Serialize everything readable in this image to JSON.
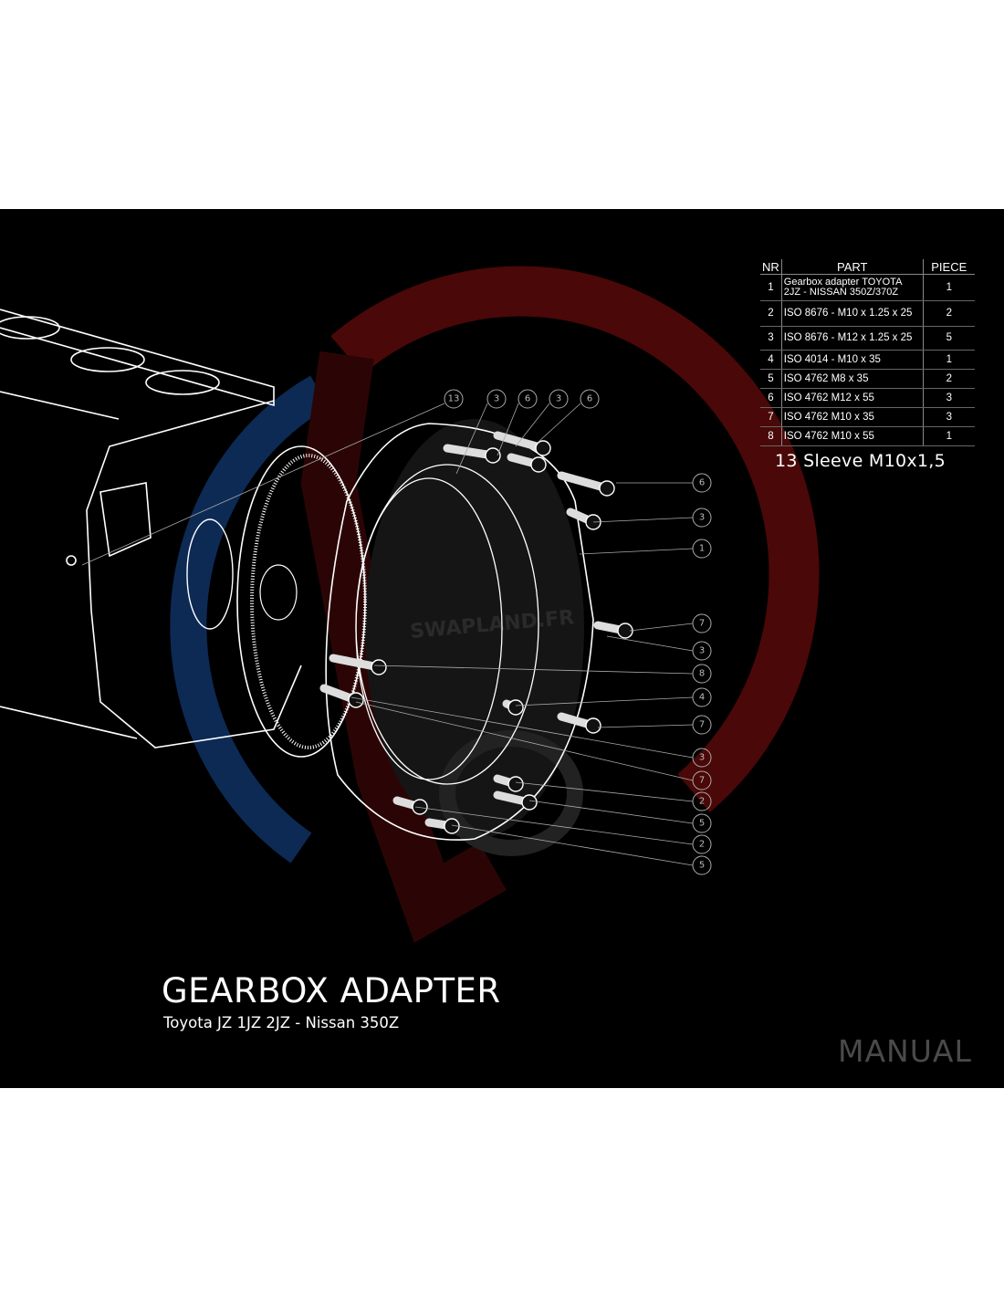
{
  "title": "GEARBOX ADAPTER",
  "subtitle": "Toyota JZ 1JZ 2JZ - Nissan 350Z",
  "manual_label": "MANUAL",
  "watermark": "SWAPLAND.FR",
  "colors": {
    "background": "#000000",
    "logo_red": "#5a0a0a",
    "logo_blue": "#0d2a55",
    "line": "#ffffff",
    "manual": "#4a4a4a"
  },
  "parts_table": {
    "headers": {
      "nr": "NR",
      "part": "PART",
      "piece": "PIECE"
    },
    "rows": [
      {
        "nr": "1",
        "part_line1": "Gearbox adapter TOYOTA",
        "part_line2": "2JZ - NISSAN 350Z/370Z",
        "piece": "1"
      },
      {
        "nr": "2",
        "part": "ISO 8676 - M10 x 1.25 x 25",
        "piece": "2"
      },
      {
        "nr": "3",
        "part": "ISO 8676 - M12 x 1.25 x 25",
        "piece": "5"
      },
      {
        "nr": "4",
        "part": "ISO 4014 - M10 x 35",
        "piece": "1"
      },
      {
        "nr": "5",
        "part": "ISO 4762 M8 x 35",
        "piece": "2"
      },
      {
        "nr": "6",
        "part": "ISO 4762 M12 x 55",
        "piece": "3"
      },
      {
        "nr": "7",
        "part": "ISO 4762 M10 x 35",
        "piece": "3"
      },
      {
        "nr": "8",
        "part": "ISO 4762 M10 x 55",
        "piece": "1"
      }
    ],
    "extra": "13 Sleeve M10x1,5"
  },
  "callouts_top": [
    "13",
    "3",
    "6",
    "3",
    "6"
  ],
  "callouts_right": [
    "6",
    "3",
    "1",
    "7",
    "3",
    "8",
    "4",
    "7",
    "3",
    "7",
    "2",
    "5",
    "2",
    "5"
  ]
}
